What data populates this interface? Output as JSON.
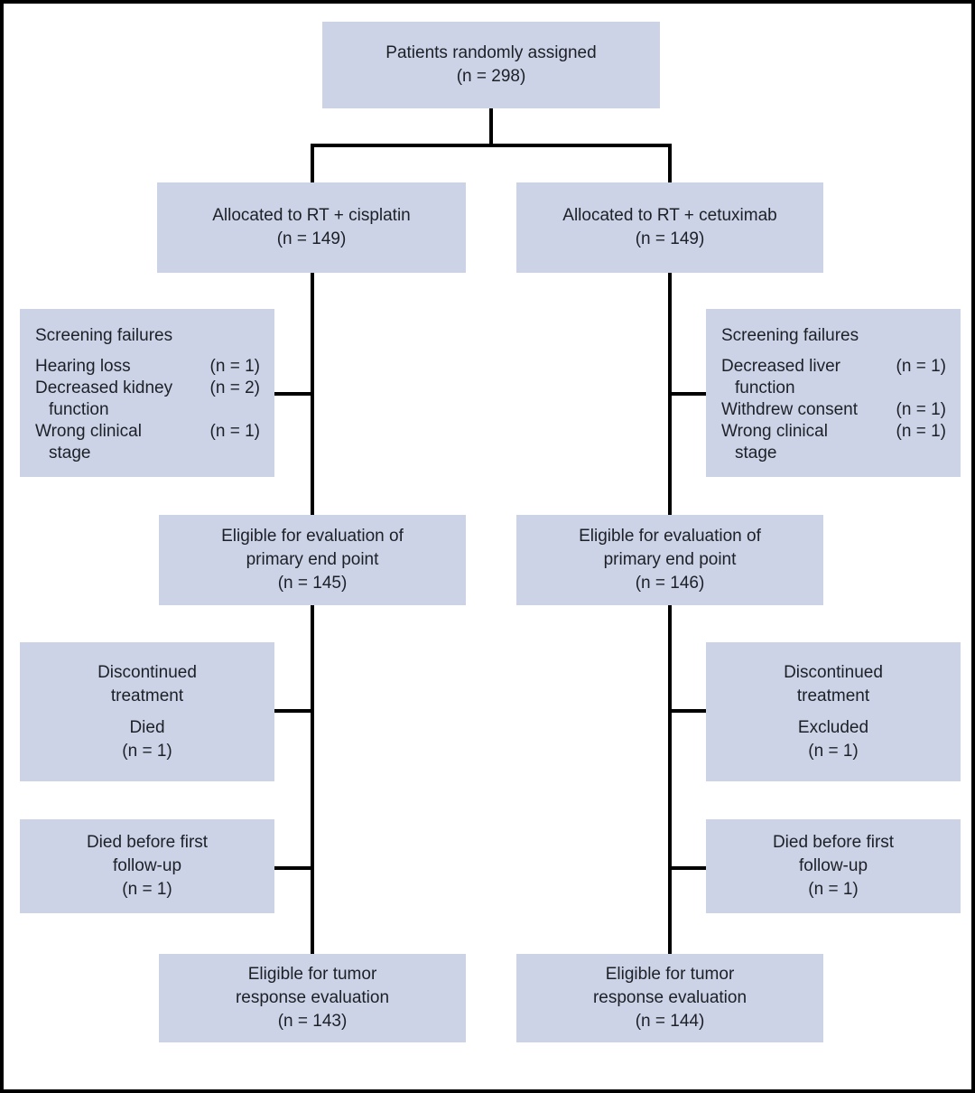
{
  "colors": {
    "box_fill": "#ccd3e6",
    "connector": "#000000",
    "text": "#1d2027"
  },
  "boxes": {
    "randomized": {
      "lines": [
        "Patients randomly assigned",
        "(n = 298)"
      ]
    },
    "left": {
      "allocated": {
        "lines": [
          "Allocated to RT + cisplatin",
          "(n = 149)"
        ]
      },
      "screening": {
        "title": "Screening failures",
        "lines": [
          {
            "text": "Hearing loss",
            "n": "(n = 1)"
          },
          {
            "text": "Decreased kidney",
            "n": "(n = 2)"
          },
          {
            "text": "function",
            "n": ""
          },
          {
            "text": "Wrong clinical",
            "n": "(n = 1)"
          },
          {
            "text": "stage",
            "n": ""
          }
        ]
      },
      "eligible_primary": {
        "lines": [
          "Eligible for evaluation of",
          "primary end point",
          "(n = 145)"
        ]
      },
      "discontinued": {
        "lines": [
          "Discontinued",
          "treatment",
          "Died",
          "(n = 1)"
        ]
      },
      "died_before_followup": {
        "lines": [
          "Died before first",
          "follow-up",
          "(n = 1)"
        ]
      },
      "eligible_tumor": {
        "lines": [
          "Eligible for tumor",
          "response evaluation",
          "(n = 143)"
        ]
      }
    },
    "right": {
      "allocated": {
        "lines": [
          "Allocated to RT + cetuximab",
          "(n = 149)"
        ]
      },
      "screening": {
        "title": "Screening failures",
        "lines": [
          {
            "text": "Decreased liver",
            "n": "(n = 1)"
          },
          {
            "text": "function",
            "n": ""
          },
          {
            "text": "Withdrew consent",
            "n": "(n = 1)"
          },
          {
            "text": "Wrong clinical",
            "n": "(n = 1)"
          },
          {
            "text": "stage",
            "n": ""
          }
        ]
      },
      "eligible_primary": {
        "lines": [
          "Eligible for evaluation of",
          "primary end point",
          "(n = 146)"
        ]
      },
      "discontinued": {
        "lines": [
          "Discontinued",
          "treatment",
          "Excluded",
          "(n = 1)"
        ]
      },
      "died_before_followup": {
        "lines": [
          "Died before first",
          "follow-up",
          "(n = 1)"
        ]
      },
      "eligible_tumor": {
        "lines": [
          "Eligible for tumor",
          "response evaluation",
          "(n = 144)"
        ]
      }
    }
  }
}
